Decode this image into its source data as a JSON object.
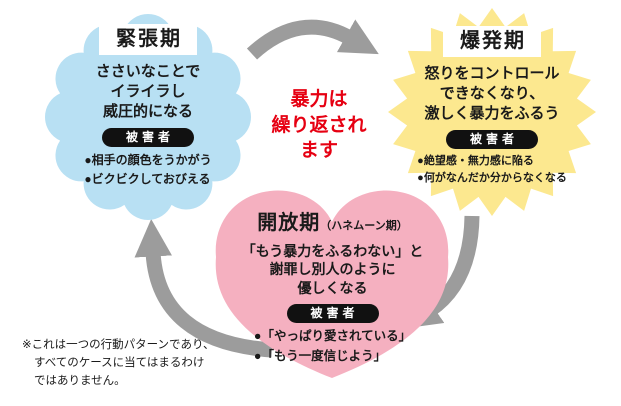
{
  "center_message": {
    "lines": [
      "暴力は",
      "繰り返され",
      "ます"
    ],
    "color": "#e60012"
  },
  "phases": {
    "tension": {
      "title": "緊張期",
      "description_lines": [
        "ささいなことで",
        "イライラし",
        "威圧的になる"
      ],
      "victim_label": "被害者",
      "victim_points": [
        "●相手の顔色をうかがう",
        "●ビクビクしておびえる"
      ],
      "shape": "scalloped-circle",
      "color": "#b8e0f3"
    },
    "explosion": {
      "title": "爆発期",
      "description_lines": [
        "怒りをコントロール",
        "できなくなり、",
        "激しく暴力をふるう"
      ],
      "victim_label": "被害者",
      "victim_points": [
        "●絶望感・無力感に陥る",
        "●何がなんだか分からなくなる"
      ],
      "shape": "starburst",
      "color": "#fce88f"
    },
    "honeymoon": {
      "title": "開放期",
      "title_suffix": "（ハネムーン期）",
      "description_lines": [
        "「もう暴力をふるわない」と",
        "謝罪し別人のように",
        "優しくなる"
      ],
      "victim_label": "被害者",
      "victim_points": [
        "●「やっぱり愛されている」",
        "●「もう一度信じよう」"
      ],
      "shape": "heart",
      "color": "#f5b0c0"
    }
  },
  "badge_style": {
    "background": "#111111",
    "text_color": "#ffffff"
  },
  "arrows": {
    "color": "#9c9c9c"
  },
  "footnote": {
    "lines": [
      "※これは一つの行動パターンであり、",
      "すべてのケースに当てはまるわけ",
      "ではありません。"
    ]
  }
}
